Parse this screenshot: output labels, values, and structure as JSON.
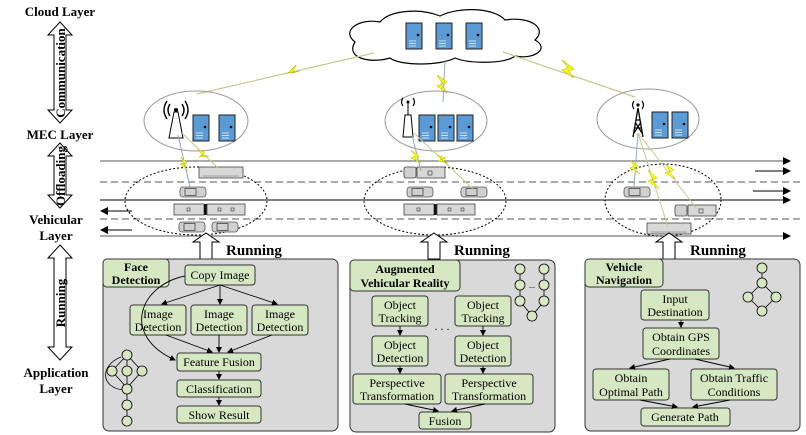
{
  "layers": {
    "cloud": "Cloud Layer",
    "mec": "MEC Layer",
    "vehicular_line1": "Vehicular",
    "vehicular_line2": "Layer",
    "application_line1": "Application",
    "application_line2": "Layer"
  },
  "arrows": {
    "communication": "Communication",
    "offloading": "Offloading",
    "running": "Running"
  },
  "running_label": "Running",
  "colors": {
    "node_fill": "#d5e8c2",
    "panel_fill": "#d9d9d9",
    "server_fill": "#5b9bd5",
    "lightning": "#ffff00",
    "link": "#8fa9c9"
  },
  "apps": {
    "face": {
      "title_line1": "Face",
      "title_line2": "Detection",
      "copy_image": "Copy Image",
      "image_detection": [
        "Image",
        "Detection"
      ],
      "feature_fusion": "Feature Fusion",
      "classification": "Classification",
      "show_result": "Show Result"
    },
    "avr": {
      "title_line1": "Augmented",
      "title_line2": "Vehicular Reality",
      "object_tracking": [
        "Object",
        "Tracking"
      ],
      "object_detection": [
        "Object",
        "Detection"
      ],
      "perspective_transformation": [
        "Perspective",
        "Transformation"
      ],
      "fusion": "Fusion",
      "ellipsis": ". . .",
      "dag_ellipsis": "..."
    },
    "nav": {
      "title_line1": "Vehicle",
      "title_line2": "Navigation",
      "input_destination": [
        "Input",
        "Destination"
      ],
      "obtain_gps": [
        "Obtain GPS",
        "Coordinates"
      ],
      "obtain_optimal": [
        "Obtain",
        "Optimal Path"
      ],
      "obtain_traffic": [
        "Obtain Traffic",
        "Conditions"
      ],
      "generate_path": "Generate Path"
    }
  }
}
